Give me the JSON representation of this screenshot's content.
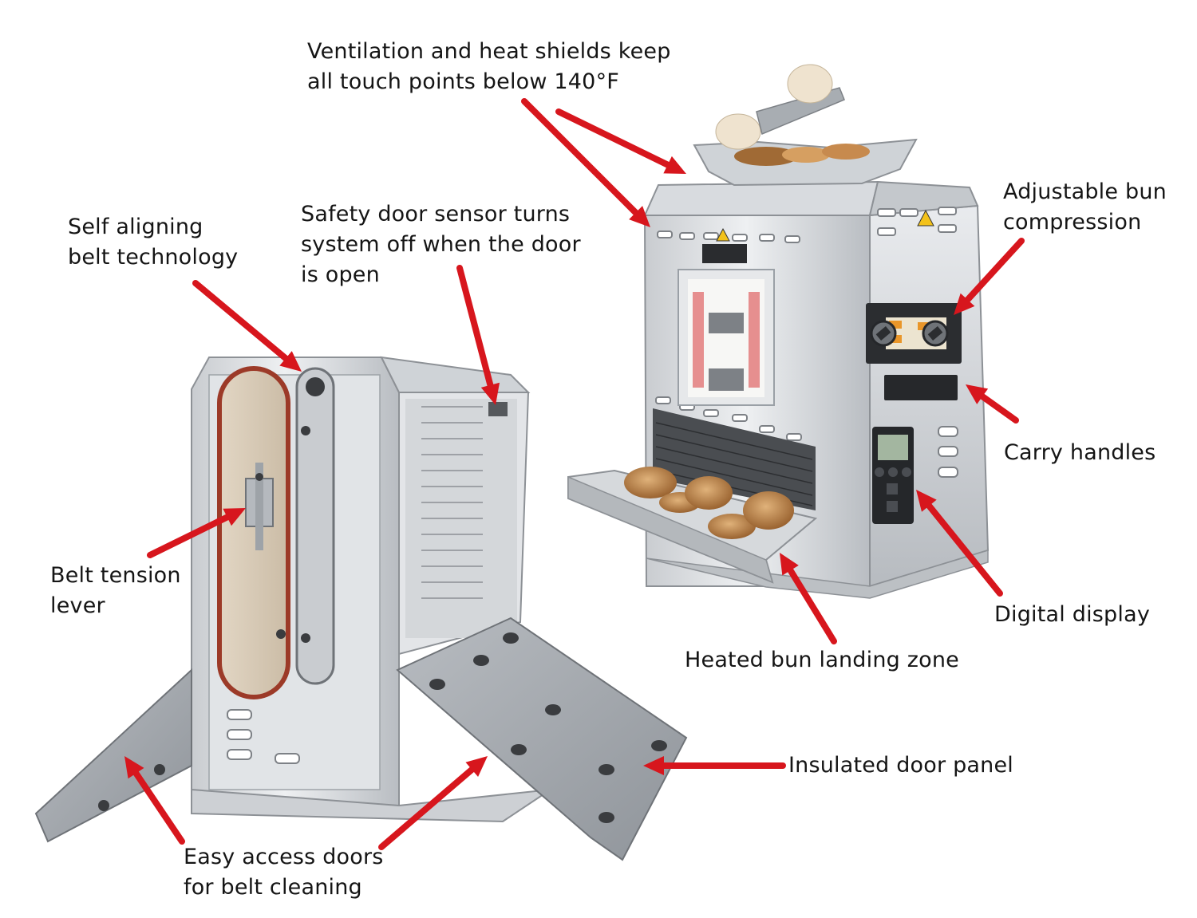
{
  "accent_color": "#d7161d",
  "callouts": {
    "ventilation": {
      "lines": [
        "Ventilation and heat shields keep",
        "all touch points below 140°F"
      ]
    },
    "self_aligning": {
      "lines": [
        "Self aligning",
        "belt technology"
      ]
    },
    "safety_door": {
      "lines": [
        "Safety door sensor turns",
        "system off when the door",
        "is open"
      ]
    },
    "bun_compression": {
      "lines": [
        "Adjustable bun",
        "compression"
      ]
    },
    "carry_handles": {
      "lines": [
        "Carry handles"
      ]
    },
    "belt_tension": {
      "lines": [
        "Belt tension",
        "lever"
      ]
    },
    "digital_display": {
      "lines": [
        "Digital display"
      ]
    },
    "landing_zone": {
      "lines": [
        "Heated bun landing zone"
      ]
    },
    "door_panel": {
      "lines": [
        "Insulated door panel"
      ]
    },
    "access_doors": {
      "lines": [
        "Easy access doors",
        "for belt cleaning"
      ]
    }
  }
}
